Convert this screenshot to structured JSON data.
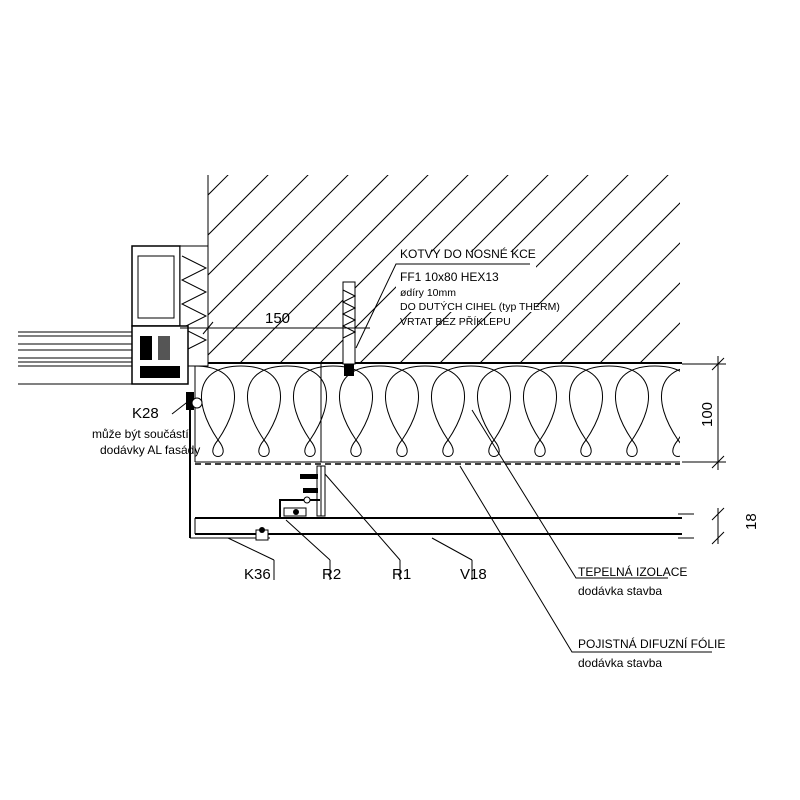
{
  "labels": {
    "dimension_150": "150",
    "dimension_100": "100",
    "dimension_18": "18",
    "anchors_title": "KOTVY DO NOSNÉ KCE",
    "anchor_line1": "FF1  10x80  HEX13",
    "anchor_line2": "ødíry 10mm",
    "anchor_line3": "DO DUTÝCH CIHEL (typ THERM)",
    "anchor_line4": "VRTAT BEZ PŘÍKLEPU",
    "k28": "K28",
    "k28_note1": "může být součástí",
    "k28_note2": "dodávky AL fasády",
    "k36": "K36",
    "r2": "R2",
    "r1": "R1",
    "v18": "V18",
    "insulation_title": "TEPELNÁ IZOLACE",
    "insulation_note": "dodávka stavba",
    "foil_title": "POJISTNÁ DIFUZNÍ FÓLIE",
    "foil_note": "dodávka stavba"
  }
}
